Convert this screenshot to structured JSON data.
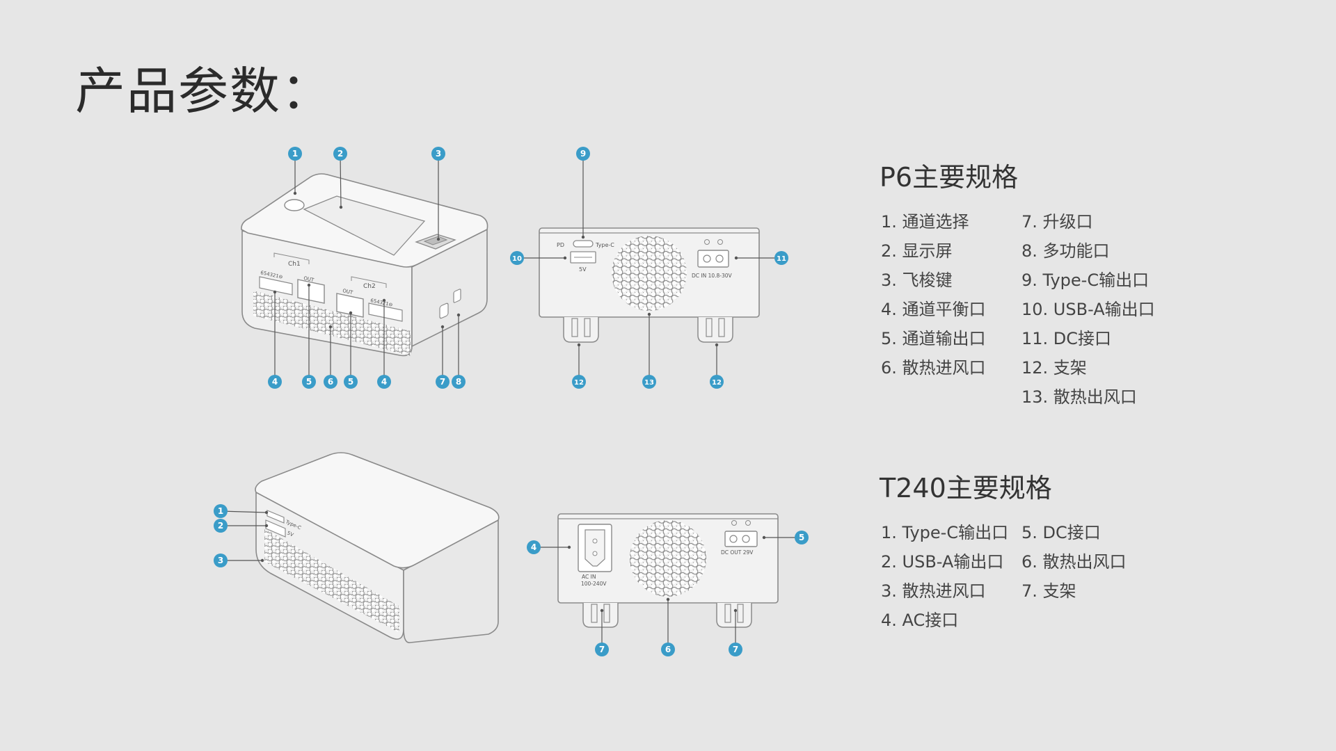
{
  "page": {
    "title": "产品参数："
  },
  "colors": {
    "callout": "#3a9cc8",
    "device_stroke": "#8a8a8a",
    "device_fill": "#f2f2f2",
    "background": "#e6e6e6"
  },
  "p6": {
    "title": "P6主要规格",
    "col1": [
      "1. 通道选择",
      "2. 显示屏",
      "3. 飞梭键",
      "4. 通道平衡口",
      "5. 通道输出口",
      "6. 散热进风口"
    ],
    "col2": [
      "7. 升级口",
      "8. 多功能口",
      "9. Type-C输出口",
      "10. USB-A输出口",
      "11. DC接口",
      "12. 支架",
      "13. 散热出风口"
    ],
    "panel_labels": {
      "ch1": "Ch1",
      "ch2": "Ch2",
      "out": "OUT",
      "balance": "654321⊖",
      "pd": "PD",
      "typec": "Type-C",
      "usb5v": "5V",
      "dc_in": "DC  IN  10.8-30V"
    },
    "front_callouts": [
      "1",
      "2",
      "3",
      "4",
      "5",
      "6",
      "5",
      "4",
      "7",
      "8"
    ],
    "rear_callouts": [
      "9",
      "10",
      "11",
      "12",
      "13",
      "12"
    ]
  },
  "t240": {
    "title": "T240主要规格",
    "col1": [
      "1. Type-C输出口",
      "2. USB-A输出口",
      "3. 散热进风口",
      "4. AC接口"
    ],
    "col2": [
      "5. DC接口",
      "6. 散热出风口",
      "7. 支架"
    ],
    "panel_labels": {
      "typec": "Type-C",
      "usb5v": "5V",
      "ac_in": "AC  IN",
      "ac_range": "100-240V",
      "dc_out": "DC  OUT  29V"
    },
    "side_callouts": [
      "1",
      "2",
      "3"
    ],
    "rear_callouts": [
      "4",
      "5",
      "7",
      "6",
      "7"
    ]
  }
}
